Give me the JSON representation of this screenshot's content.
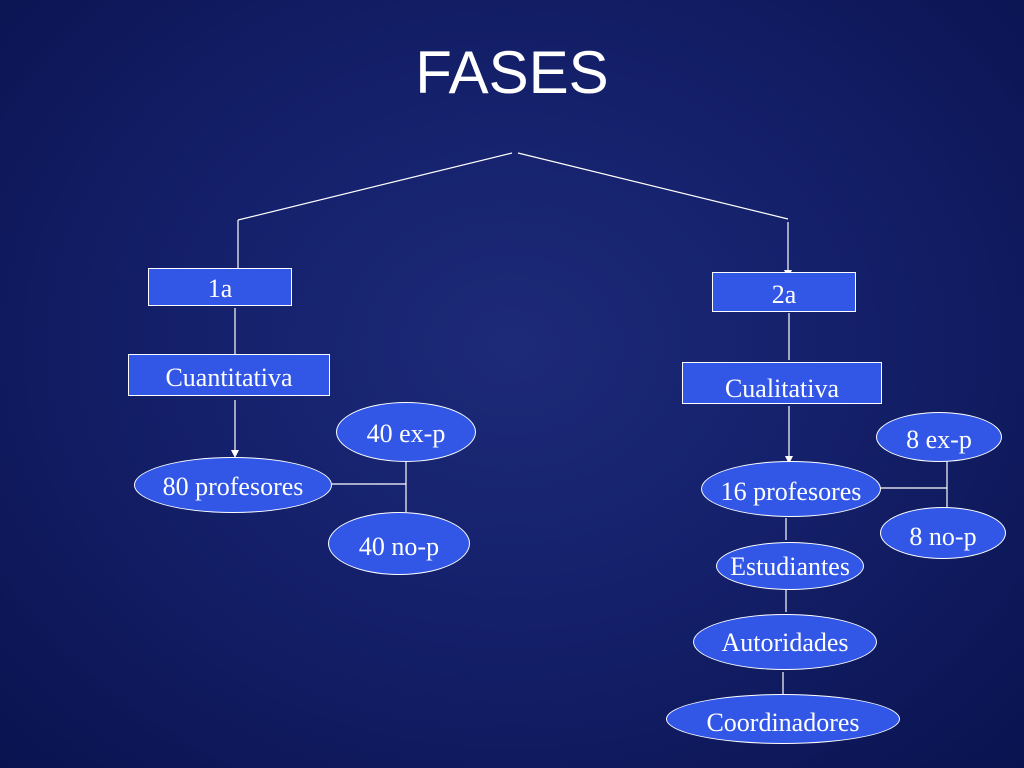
{
  "title": "FASES",
  "phases": [
    {
      "label": "1a",
      "type": "Cuantitativa",
      "sample": "80 profesores",
      "sample_splits": [
        "40 ex-p",
        "40 no-p"
      ]
    },
    {
      "label": "2a",
      "type": "Cualitativa",
      "sample": "16 profesores",
      "sample_splits": [
        "8 ex-p",
        "8 no-p"
      ],
      "others": [
        "Estudiantes",
        "Autoridades",
        "Coordinadores"
      ]
    }
  ]
}
